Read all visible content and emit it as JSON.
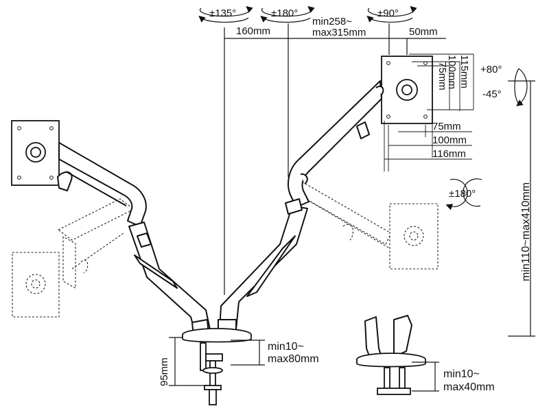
{
  "rotation_labels": {
    "left_arm_swivel": "±135°",
    "right_arm_swivel": "±180°",
    "head_swivel": "±90°",
    "screen_rotation": "±180°"
  },
  "tilt_labels": {
    "up": "+80°",
    "down": "-45°"
  },
  "dimension_labels": {
    "arm_span_left": "160mm",
    "arm_reach_line1": "min258~",
    "arm_reach_line2": "max315mm",
    "head_offset": "50mm",
    "vesa_height_115": "115mm",
    "vesa_height_100": "100mm",
    "vesa_height_75": "75mm",
    "vesa_width_75": "75mm",
    "vesa_width_100": "100mm",
    "vesa_width_116": "116mm",
    "height_range": "min110~max410mm",
    "clamp_height": "95mm",
    "clamp_range_line1": "min10~",
    "clamp_range_line2": "max80mm",
    "grommet_range_line1": "min10~",
    "grommet_range_line2": "max40mm"
  }
}
